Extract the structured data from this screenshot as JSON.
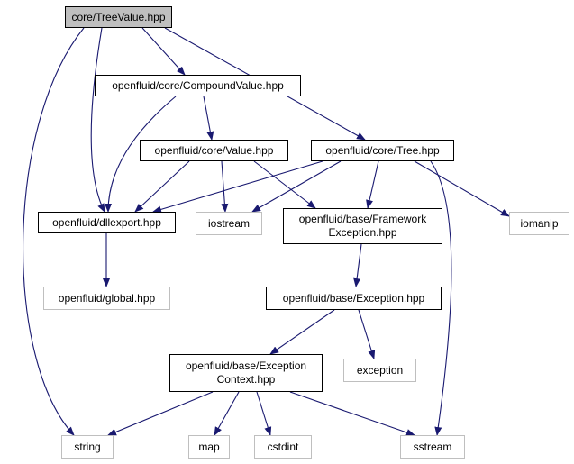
{
  "colors": {
    "edge": "#191970",
    "node_border": "#000000",
    "external_border": "#bfbfbf",
    "root_fill": "#bfbfbf"
  },
  "nodes": {
    "treevalue": {
      "lines": [
        "core/TreeValue.hpp"
      ]
    },
    "compoundvalue": {
      "lines": [
        "openfluid/core/CompoundValue.hpp"
      ]
    },
    "value": {
      "lines": [
        "openfluid/core/Value.hpp"
      ]
    },
    "tree": {
      "lines": [
        "openfluid/core/Tree.hpp"
      ]
    },
    "dllexport": {
      "lines": [
        "openfluid/dllexport.hpp"
      ]
    },
    "iostream": {
      "lines": [
        "iostream"
      ]
    },
    "frameworkexception": {
      "lines": [
        "openfluid/base/Framework",
        "Exception.hpp"
      ]
    },
    "iomanip": {
      "lines": [
        "iomanip"
      ]
    },
    "global": {
      "lines": [
        "openfluid/global.hpp"
      ]
    },
    "exception_hpp": {
      "lines": [
        "openfluid/base/Exception.hpp"
      ]
    },
    "exceptioncontext": {
      "lines": [
        "openfluid/base/Exception",
        "Context.hpp"
      ]
    },
    "exception": {
      "lines": [
        "exception"
      ]
    },
    "string": {
      "lines": [
        "string"
      ]
    },
    "map": {
      "lines": [
        "map"
      ]
    },
    "cstdint": {
      "lines": [
        "cstdint"
      ]
    },
    "sstream": {
      "lines": [
        "sstream"
      ]
    }
  },
  "edges": [
    [
      "treevalue",
      "compoundvalue"
    ],
    [
      "treevalue",
      "dllexport"
    ],
    [
      "treevalue",
      "tree"
    ],
    [
      "treevalue",
      "string"
    ],
    [
      "compoundvalue",
      "value"
    ],
    [
      "compoundvalue",
      "dllexport"
    ],
    [
      "value",
      "dllexport"
    ],
    [
      "value",
      "iostream"
    ],
    [
      "value",
      "frameworkexception"
    ],
    [
      "tree",
      "dllexport"
    ],
    [
      "tree",
      "iostream"
    ],
    [
      "tree",
      "frameworkexception"
    ],
    [
      "tree",
      "iomanip"
    ],
    [
      "tree",
      "sstream"
    ],
    [
      "dllexport",
      "global"
    ],
    [
      "frameworkexception",
      "exception_hpp"
    ],
    [
      "exception_hpp",
      "exceptioncontext"
    ],
    [
      "exception_hpp",
      "exception"
    ],
    [
      "exceptioncontext",
      "string"
    ],
    [
      "exceptioncontext",
      "map"
    ],
    [
      "exceptioncontext",
      "cstdint"
    ],
    [
      "exceptioncontext",
      "sstream"
    ]
  ]
}
